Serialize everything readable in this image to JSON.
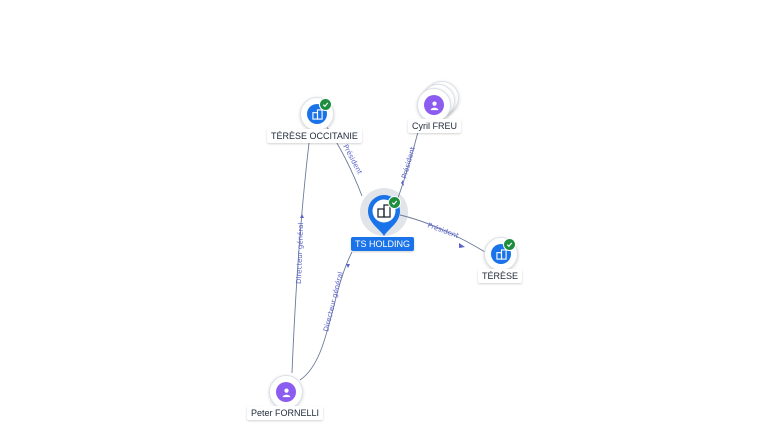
{
  "nodes": {
    "ts_holding": {
      "label": "TS HOLDING",
      "type": "company",
      "icon": "building-icon",
      "verified": true
    },
    "terese_occitanie": {
      "label": "TÉRÈSE OCCITANIE",
      "type": "company",
      "icon": "building-icon",
      "verified": true
    },
    "cyril_freu": {
      "label": "Cyril FREU",
      "type": "person",
      "icon": "person-icon",
      "verified": false
    },
    "terese": {
      "label": "TÉRÈSE",
      "type": "company",
      "icon": "building-icon",
      "verified": true
    },
    "peter_fornelli": {
      "label": "Peter FORNELLI",
      "type": "person",
      "icon": "person-icon",
      "verified": false
    }
  },
  "edges": [
    {
      "from": "ts_holding",
      "to": "terese_occitanie",
      "label": "Président"
    },
    {
      "from": "cyril_freu",
      "to": "ts_holding",
      "label": "Président"
    },
    {
      "from": "ts_holding",
      "to": "terese",
      "label": "Président"
    },
    {
      "from": "peter_fornelli",
      "to": "terese_occitanie",
      "label": "Directeur général"
    },
    {
      "from": "peter_fornelli",
      "to": "ts_holding",
      "label": "Directeur général"
    }
  ],
  "colors": {
    "company": "#1a73e8",
    "person": "#8c5cf0",
    "verified": "#1e8e3e",
    "edge": "#6b7a99",
    "edge_label": "#5a63c9"
  }
}
